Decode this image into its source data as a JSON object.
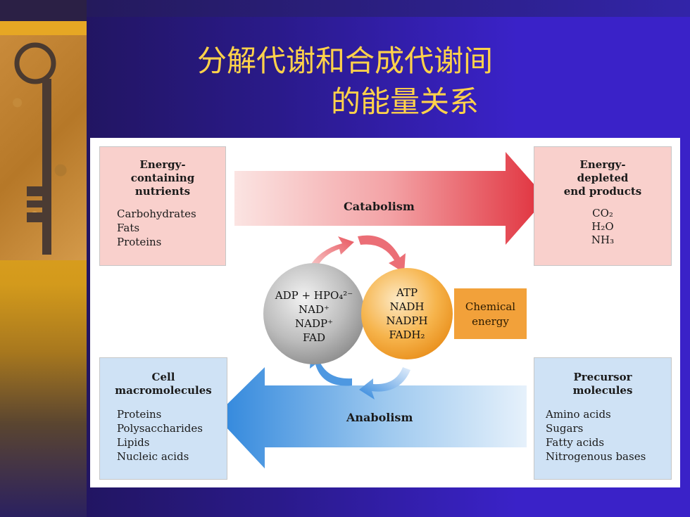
{
  "slide": {
    "title_line1": "分解代谢和合成代谢间",
    "title_line2": "的能量关系"
  },
  "diagram": {
    "top_left": {
      "heading": [
        "Energy-",
        "containing",
        "nutrients"
      ],
      "items": [
        "Carbohydrates",
        "Fats",
        "Proteins"
      ]
    },
    "top_right": {
      "heading": [
        "Energy-",
        "depleted",
        "end products"
      ],
      "items": [
        "CO₂",
        "H₂O",
        "NH₃"
      ]
    },
    "bottom_left": {
      "heading": [
        "Cell",
        "macromolecules"
      ],
      "items": [
        "Proteins",
        "Polysaccharides",
        "Lipids",
        "Nucleic acids"
      ]
    },
    "bottom_right": {
      "heading": [
        "Precursor",
        "molecules"
      ],
      "items": [
        "Amino acids",
        "Sugars",
        "Fatty acids",
        "Nitrogenous bases"
      ]
    },
    "catabolism_label": "Catabolism",
    "anabolism_label": "Anabolism",
    "gray_circle": [
      "ADP + HPO₄²⁻",
      "NAD⁺",
      "NADP⁺",
      "FAD"
    ],
    "orange_circle": [
      "ATP",
      "NADH",
      "NADPH",
      "FADH₂"
    ],
    "chemical_energy": [
      "Chemical",
      "energy"
    ],
    "colors": {
      "pink_box": "#f9d0cc",
      "blue_box": "#cfe2f5",
      "catabolism_arrow": "#e0303c",
      "anabolism_arrow": "#2f86dc",
      "chemical_energy_box": "#f2a13a",
      "title": "#ffd24a"
    }
  }
}
